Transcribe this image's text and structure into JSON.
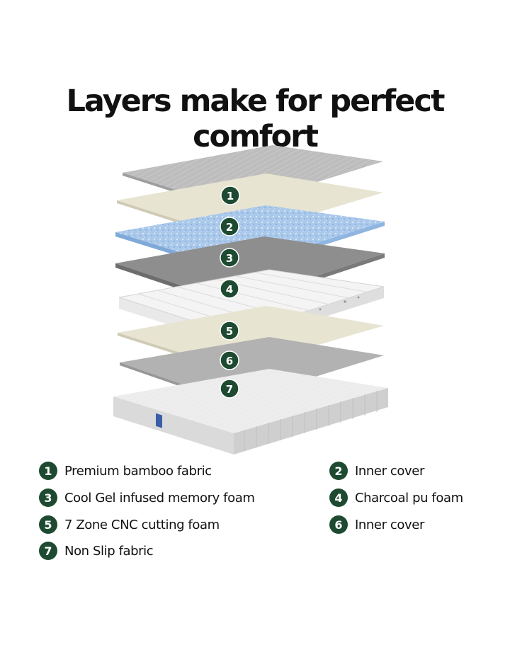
{
  "title": "Layers make for perfect comfort",
  "colors": {
    "badge": "#1d4a31",
    "fabric": "#bdbdbd",
    "cream": "#e8e4d2",
    "gel": "#a9c8ea",
    "charcoal": "#8e8e8e",
    "cnc": "#f4f4f4",
    "base": "#dadada"
  },
  "markers": [
    "1",
    "2",
    "3",
    "4",
    "5",
    "6",
    "7"
  ],
  "legend": [
    {
      "num": "1",
      "label": "Premium bamboo fabric"
    },
    {
      "num": "2",
      "label": "Inner cover"
    },
    {
      "num": "3",
      "label": "Cool Gel infused memory foam"
    },
    {
      "num": "4",
      "label": "Charcoal pu foam"
    },
    {
      "num": "5",
      "label": "7 Zone CNC cutting foam"
    },
    {
      "num": "6",
      "label": "Inner cover"
    },
    {
      "num": "7",
      "label": "Non Slip fabric"
    }
  ]
}
